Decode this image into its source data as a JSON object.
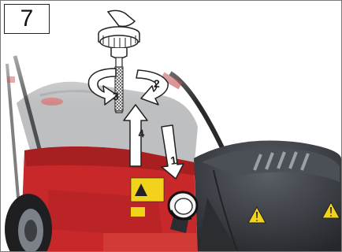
{
  "step": {
    "number": "7"
  },
  "arrows": {
    "remove_cap": "1",
    "wipe_clockwise": "2",
    "wipe_counterclockwise": "3",
    "insert_up": "4"
  },
  "colors": {
    "mower_body": "#c8282a",
    "engine": "#3a3d42",
    "handle": "#2a2a2a",
    "warning": "#f2d21b",
    "arrow_fill": "#ffffff",
    "arrow_stroke": "#222222"
  },
  "icons": [
    "dipstick-cap-icon",
    "oil-filler-neck-icon",
    "warning-triangle-icon"
  ]
}
